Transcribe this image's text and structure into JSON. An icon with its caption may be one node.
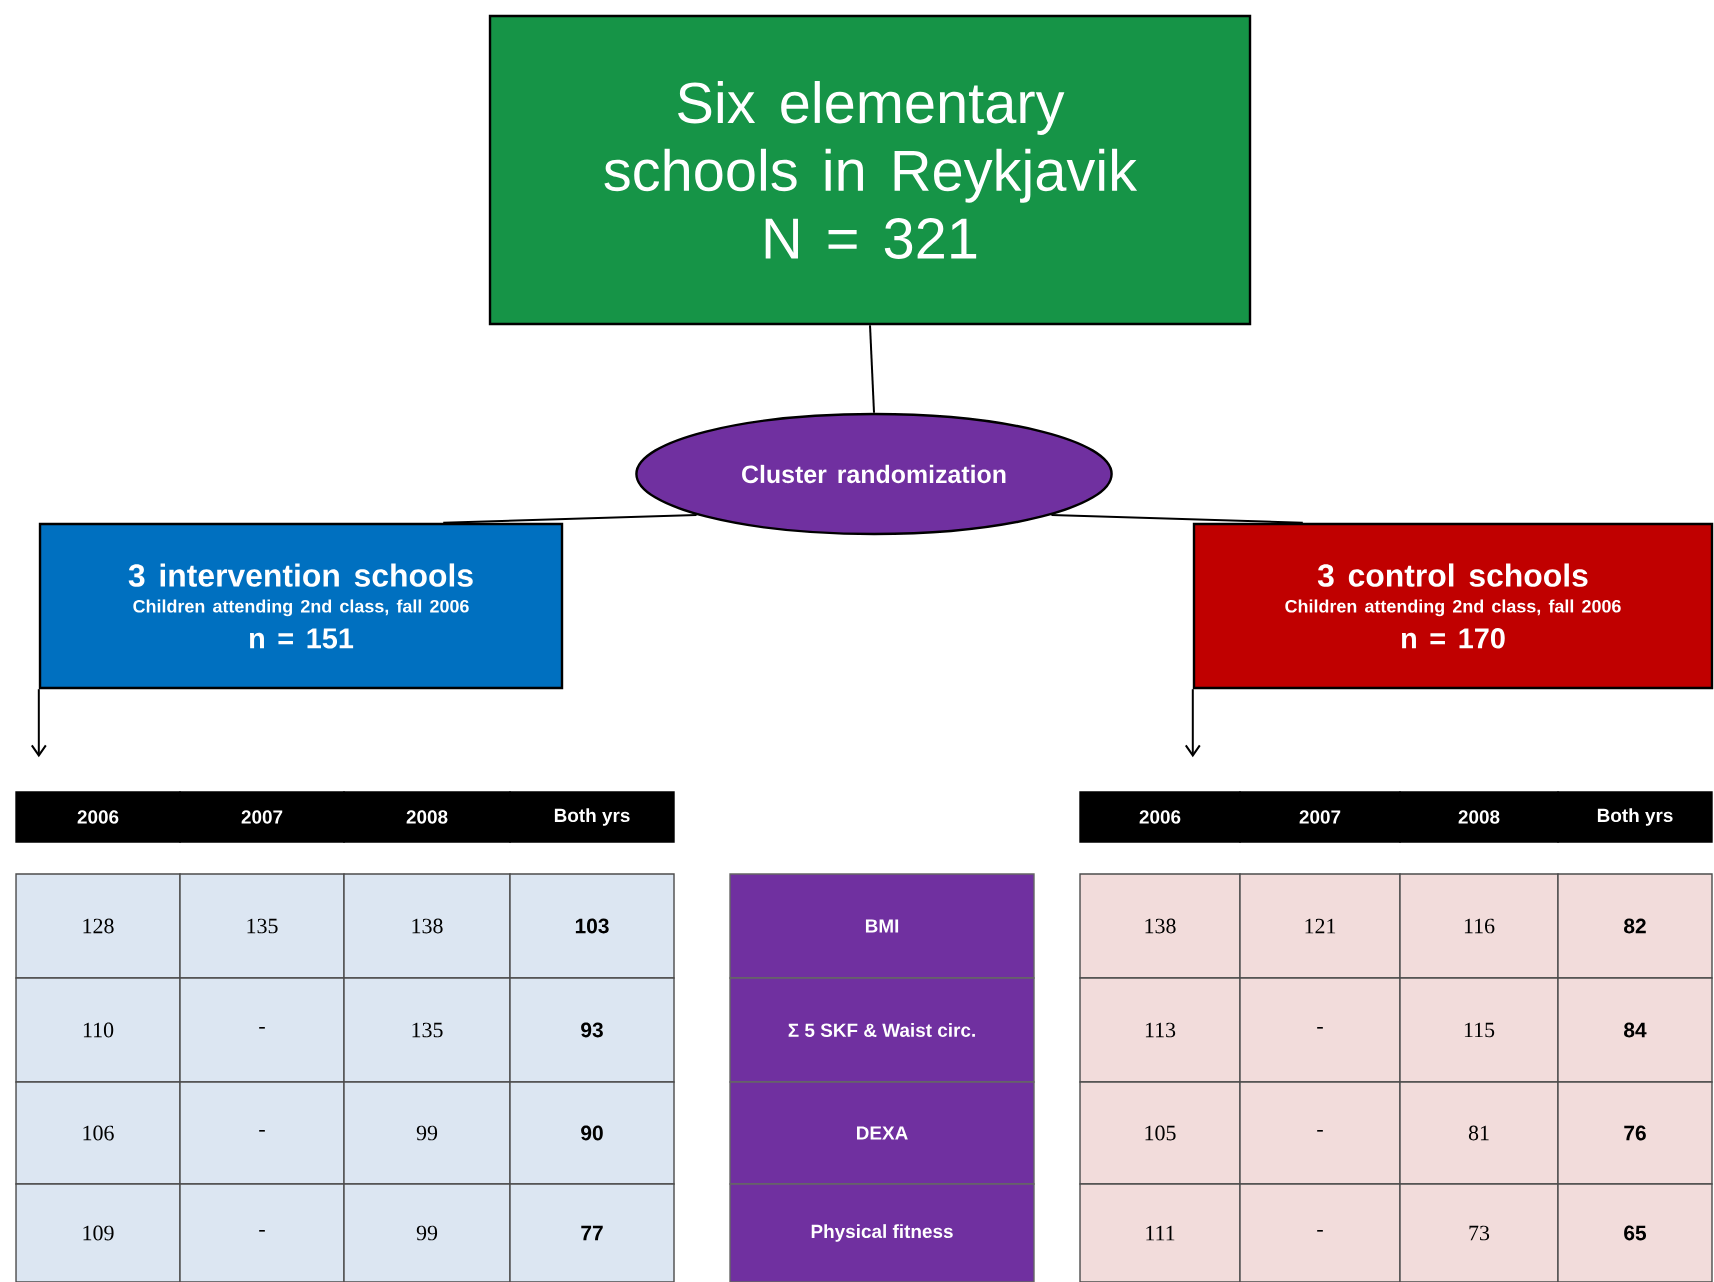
{
  "diagram": {
    "nodes": [
      {
        "text": [
          "Six elementary schools in Reykjavik",
          "N = 321"
        ]
      },
      {
        "text": [
          "Cluster randomization"
        ]
      },
      {
        "text": [
          "3 intervention schools",
          "Children attending 2nd class, fall 2006",
          "n = 151"
        ]
      },
      {
        "text": [
          "3 control schools",
          "Children attending 2nd class, fall 2006",
          "n = 170"
        ]
      }
    ],
    "edges": [
      {
        "from": 0,
        "to": 1,
        "arrow": "none"
      },
      {
        "from": 1,
        "to": 2,
        "arrow": "none"
      },
      {
        "from": 1,
        "to": 3,
        "arrow": "none"
      },
      {
        "from": 2,
        "to": null,
        "arrow": "to"
      },
      {
        "from": 3,
        "to": null,
        "arrow": "to"
      }
    ],
    "labels": [
      "2006",
      "2007",
      "2008",
      "Both yrs",
      "2006",
      "2007",
      "2008",
      "Both yrs",
      "128",
      "135",
      "138",
      "103",
      "BMI",
      "138",
      "121",
      "116",
      "82",
      "110",
      "-",
      "135",
      "93",
      "Σ 5 SKF & Waist circ.",
      "113",
      "-",
      "115",
      "84",
      "106",
      "-",
      "99",
      "90",
      "DEXA",
      "105",
      "-",
      "81",
      "76",
      "109",
      "-",
      "99",
      "77",
      "Physical fitness",
      "111",
      "-",
      "73",
      "65"
    ]
  }
}
